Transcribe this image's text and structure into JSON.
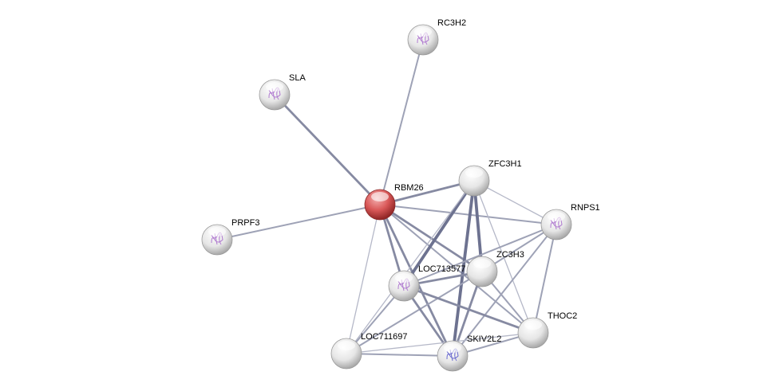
{
  "network": {
    "colors": {
      "query": "#d9534f",
      "node": "#e8e8e8",
      "edge": "#7a7f99"
    },
    "nodes": [
      {
        "id": "RC3H2",
        "label": "RC3H2",
        "query": false,
        "structure": true
      },
      {
        "id": "SLA",
        "label": "SLA",
        "query": false,
        "structure": true
      },
      {
        "id": "RBM26",
        "label": "RBM26",
        "query": true,
        "structure": false
      },
      {
        "id": "ZFC3H1",
        "label": "ZFC3H1",
        "query": false,
        "structure": false
      },
      {
        "id": "RNPS1",
        "label": "RNPS1",
        "query": false,
        "structure": true
      },
      {
        "id": "PRPF3",
        "label": "PRPF3",
        "query": false,
        "structure": true
      },
      {
        "id": "LOC713577",
        "label": "LOC713577",
        "query": false,
        "structure": true
      },
      {
        "id": "ZC3H3",
        "label": "ZC3H3",
        "query": false,
        "structure": false
      },
      {
        "id": "THOC2",
        "label": "THOC2",
        "query": false,
        "structure": false
      },
      {
        "id": "LOC711697",
        "label": "LOC711697",
        "query": false,
        "structure": false
      },
      {
        "id": "SKIV2L2",
        "label": "SKIV2L2",
        "query": false,
        "structure": true
      }
    ],
    "edges": [
      [
        "RBM26",
        "RC3H2",
        2
      ],
      [
        "RBM26",
        "SLA",
        3
      ],
      [
        "RBM26",
        "PRPF3",
        2
      ],
      [
        "RBM26",
        "ZFC3H1",
        3
      ],
      [
        "RBM26",
        "RNPS1",
        2
      ],
      [
        "RBM26",
        "ZC3H3",
        3
      ],
      [
        "RBM26",
        "LOC713577",
        3
      ],
      [
        "RBM26",
        "SKIV2L2",
        3
      ],
      [
        "RBM26",
        "THOC2",
        2
      ],
      [
        "RBM26",
        "LOC711697",
        1
      ],
      [
        "ZFC3H1",
        "RNPS1",
        1
      ],
      [
        "ZFC3H1",
        "ZC3H3",
        4
      ],
      [
        "ZFC3H1",
        "LOC713577",
        4
      ],
      [
        "ZFC3H1",
        "SKIV2L2",
        4
      ],
      [
        "ZFC3H1",
        "THOC2",
        1
      ],
      [
        "ZFC3H1",
        "LOC711697",
        1
      ],
      [
        "RNPS1",
        "ZC3H3",
        2
      ],
      [
        "RNPS1",
        "LOC713577",
        2
      ],
      [
        "RNPS1",
        "SKIV2L2",
        2
      ],
      [
        "RNPS1",
        "THOC2",
        2
      ],
      [
        "ZC3H3",
        "LOC713577",
        3
      ],
      [
        "ZC3H3",
        "SKIV2L2",
        3
      ],
      [
        "ZC3H3",
        "THOC2",
        2
      ],
      [
        "ZC3H3",
        "LOC711697",
        2
      ],
      [
        "LOC713577",
        "SKIV2L2",
        3
      ],
      [
        "LOC713577",
        "THOC2",
        3
      ],
      [
        "LOC713577",
        "LOC711697",
        2
      ],
      [
        "SKIV2L2",
        "THOC2",
        2
      ],
      [
        "SKIV2L2",
        "LOC711697",
        2
      ],
      [
        "THOC2",
        "LOC711697",
        1
      ]
    ]
  }
}
